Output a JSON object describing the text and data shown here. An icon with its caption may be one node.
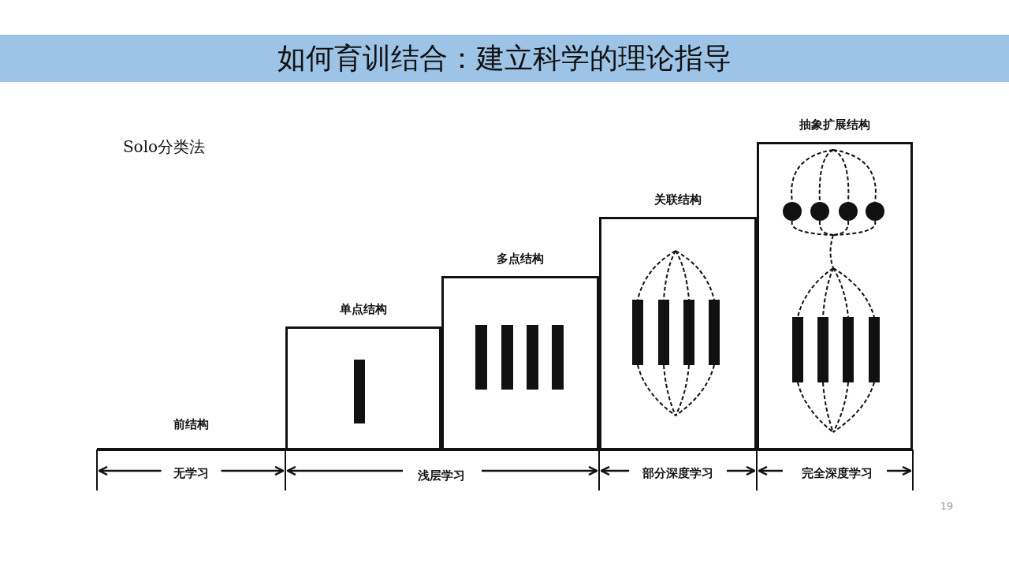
{
  "diagram": {
    "title": "如何育训结合：建立科学的理论指导",
    "nodes": [
      {
        "text": [
          "单点结构"
        ]
      },
      {
        "text": [
          "多点结构"
        ]
      },
      {
        "text": [
          "关联结构"
        ]
      },
      {
        "text": [
          "抽象扩展结构"
        ]
      }
    ],
    "labels": [
      "Solo分类法",
      "前结构",
      "无学习",
      "浅层学习",
      "部分深度学习",
      "完全深度学习",
      "19"
    ]
  }
}
